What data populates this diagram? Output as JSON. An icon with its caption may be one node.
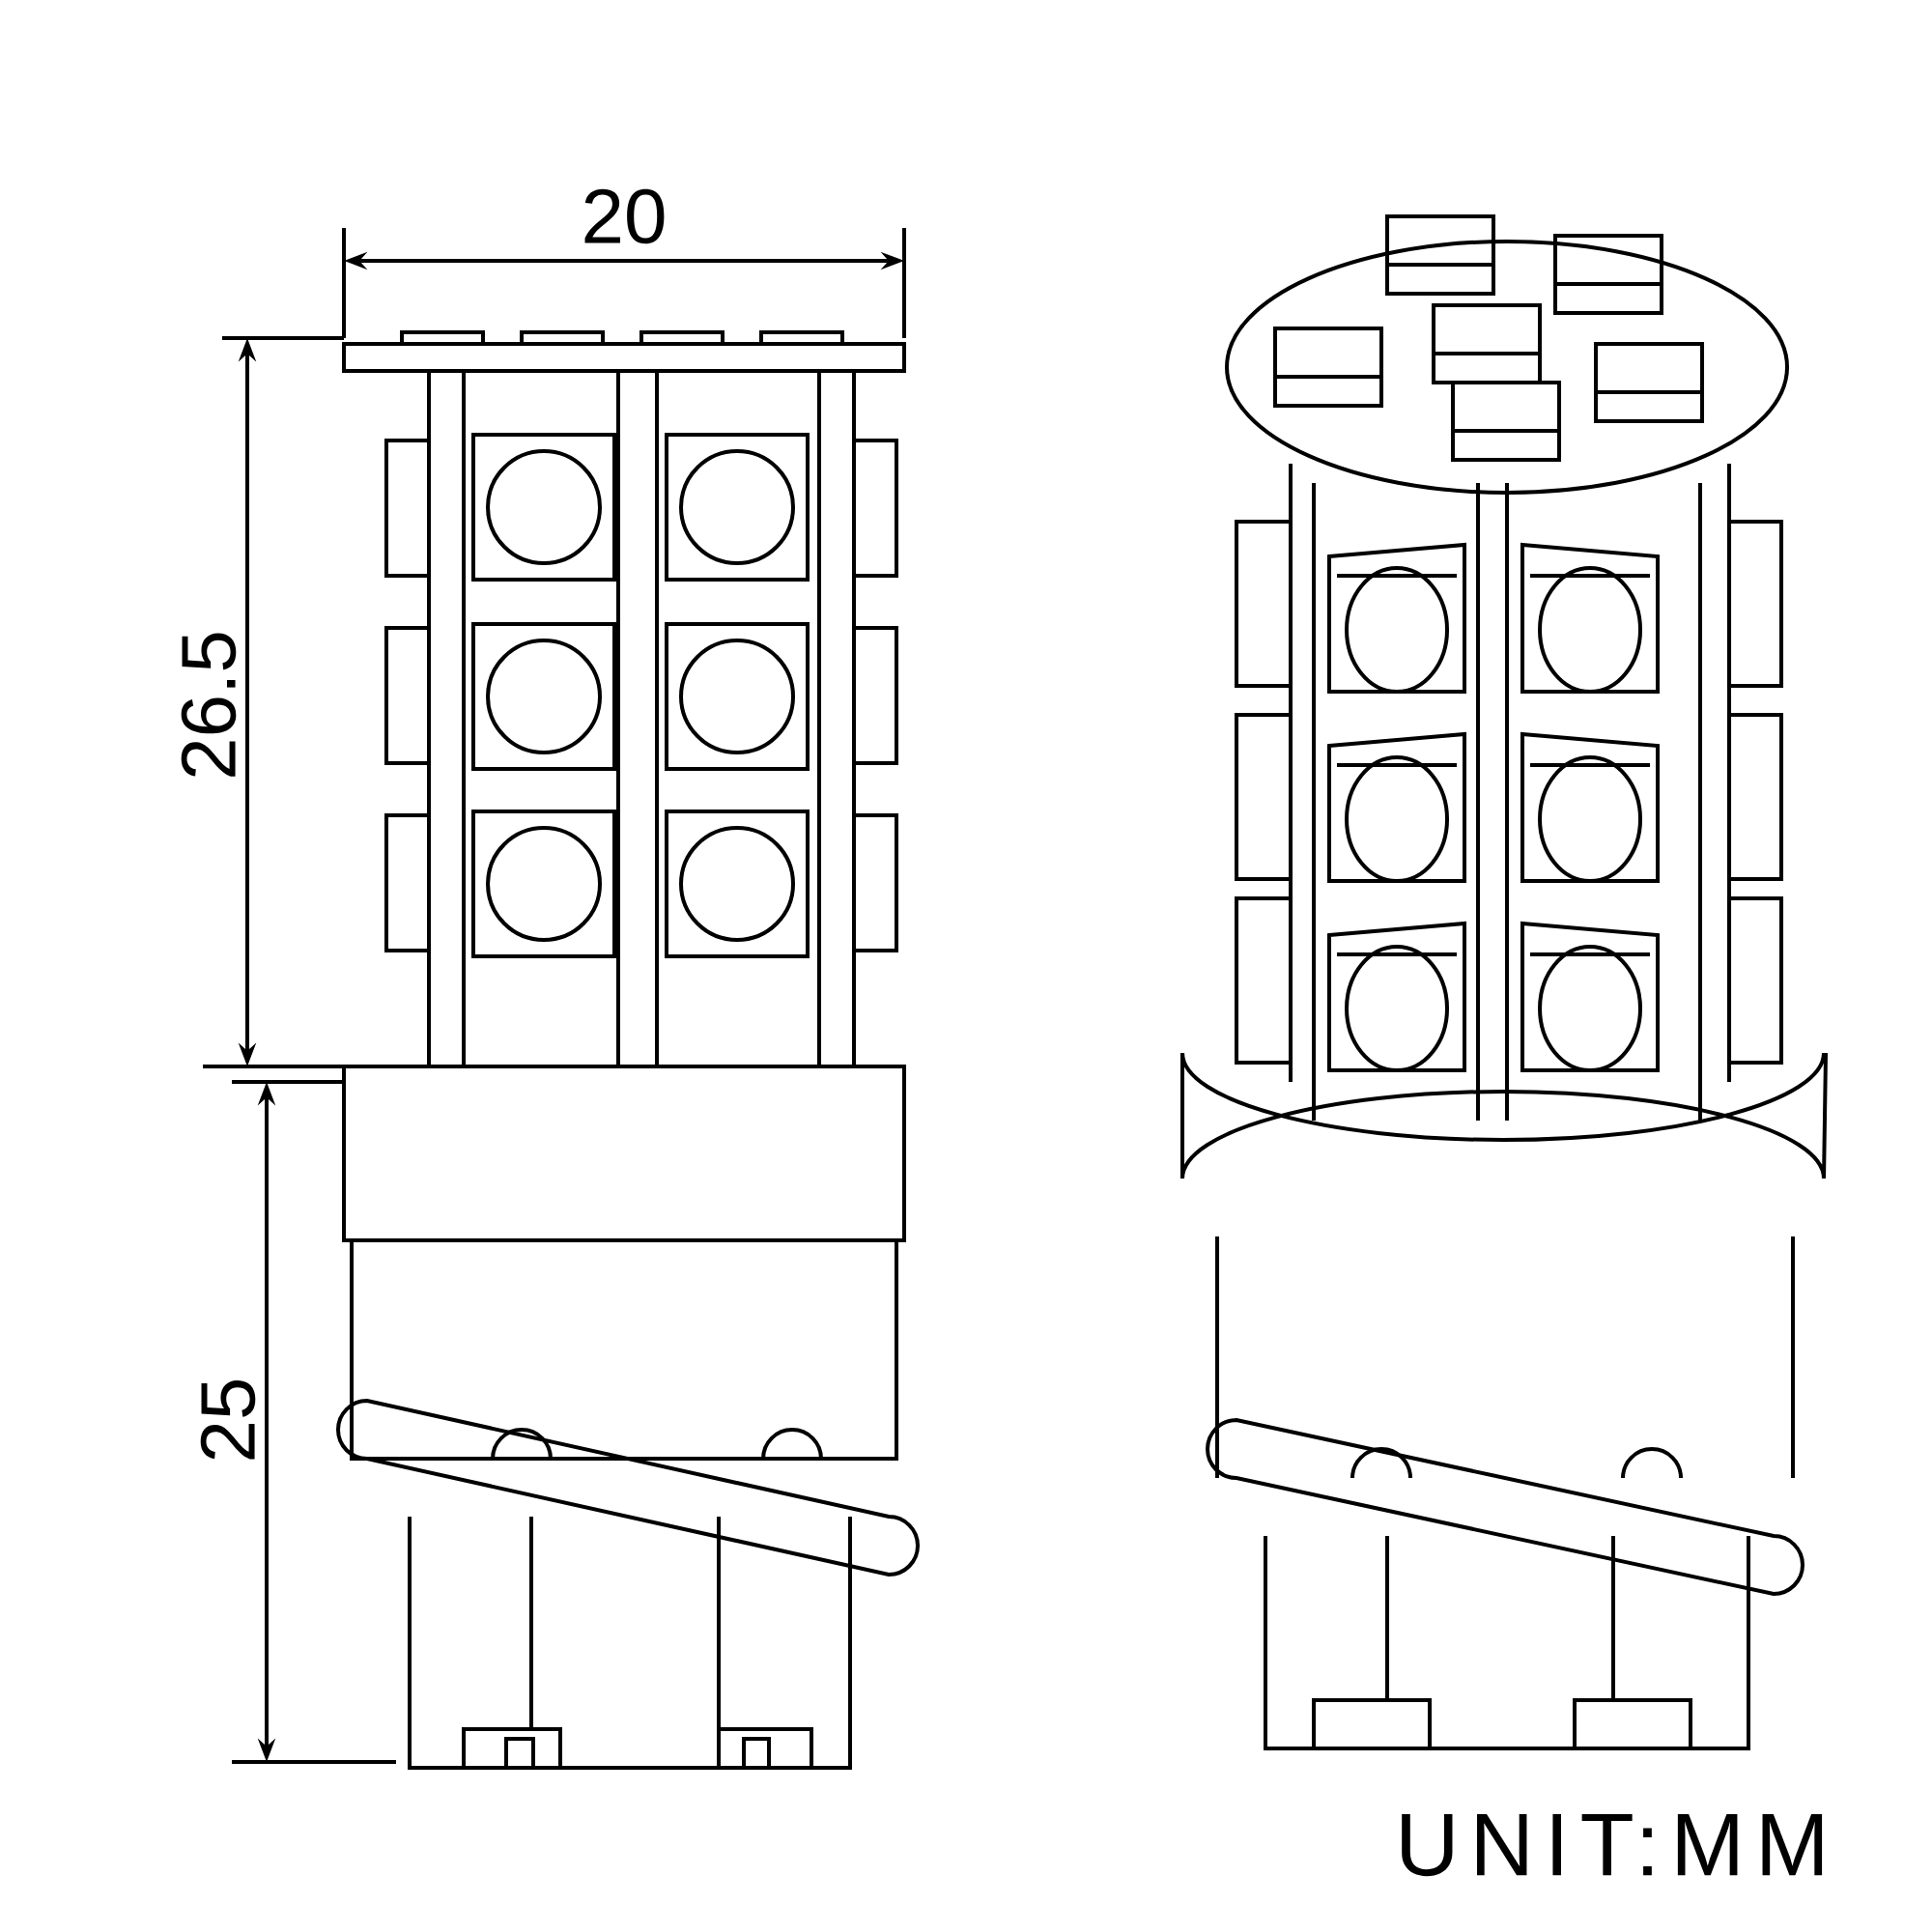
{
  "diagram": {
    "labels": [
      "20",
      "26.5",
      "25",
      "UNIT:MM"
    ]
  }
}
